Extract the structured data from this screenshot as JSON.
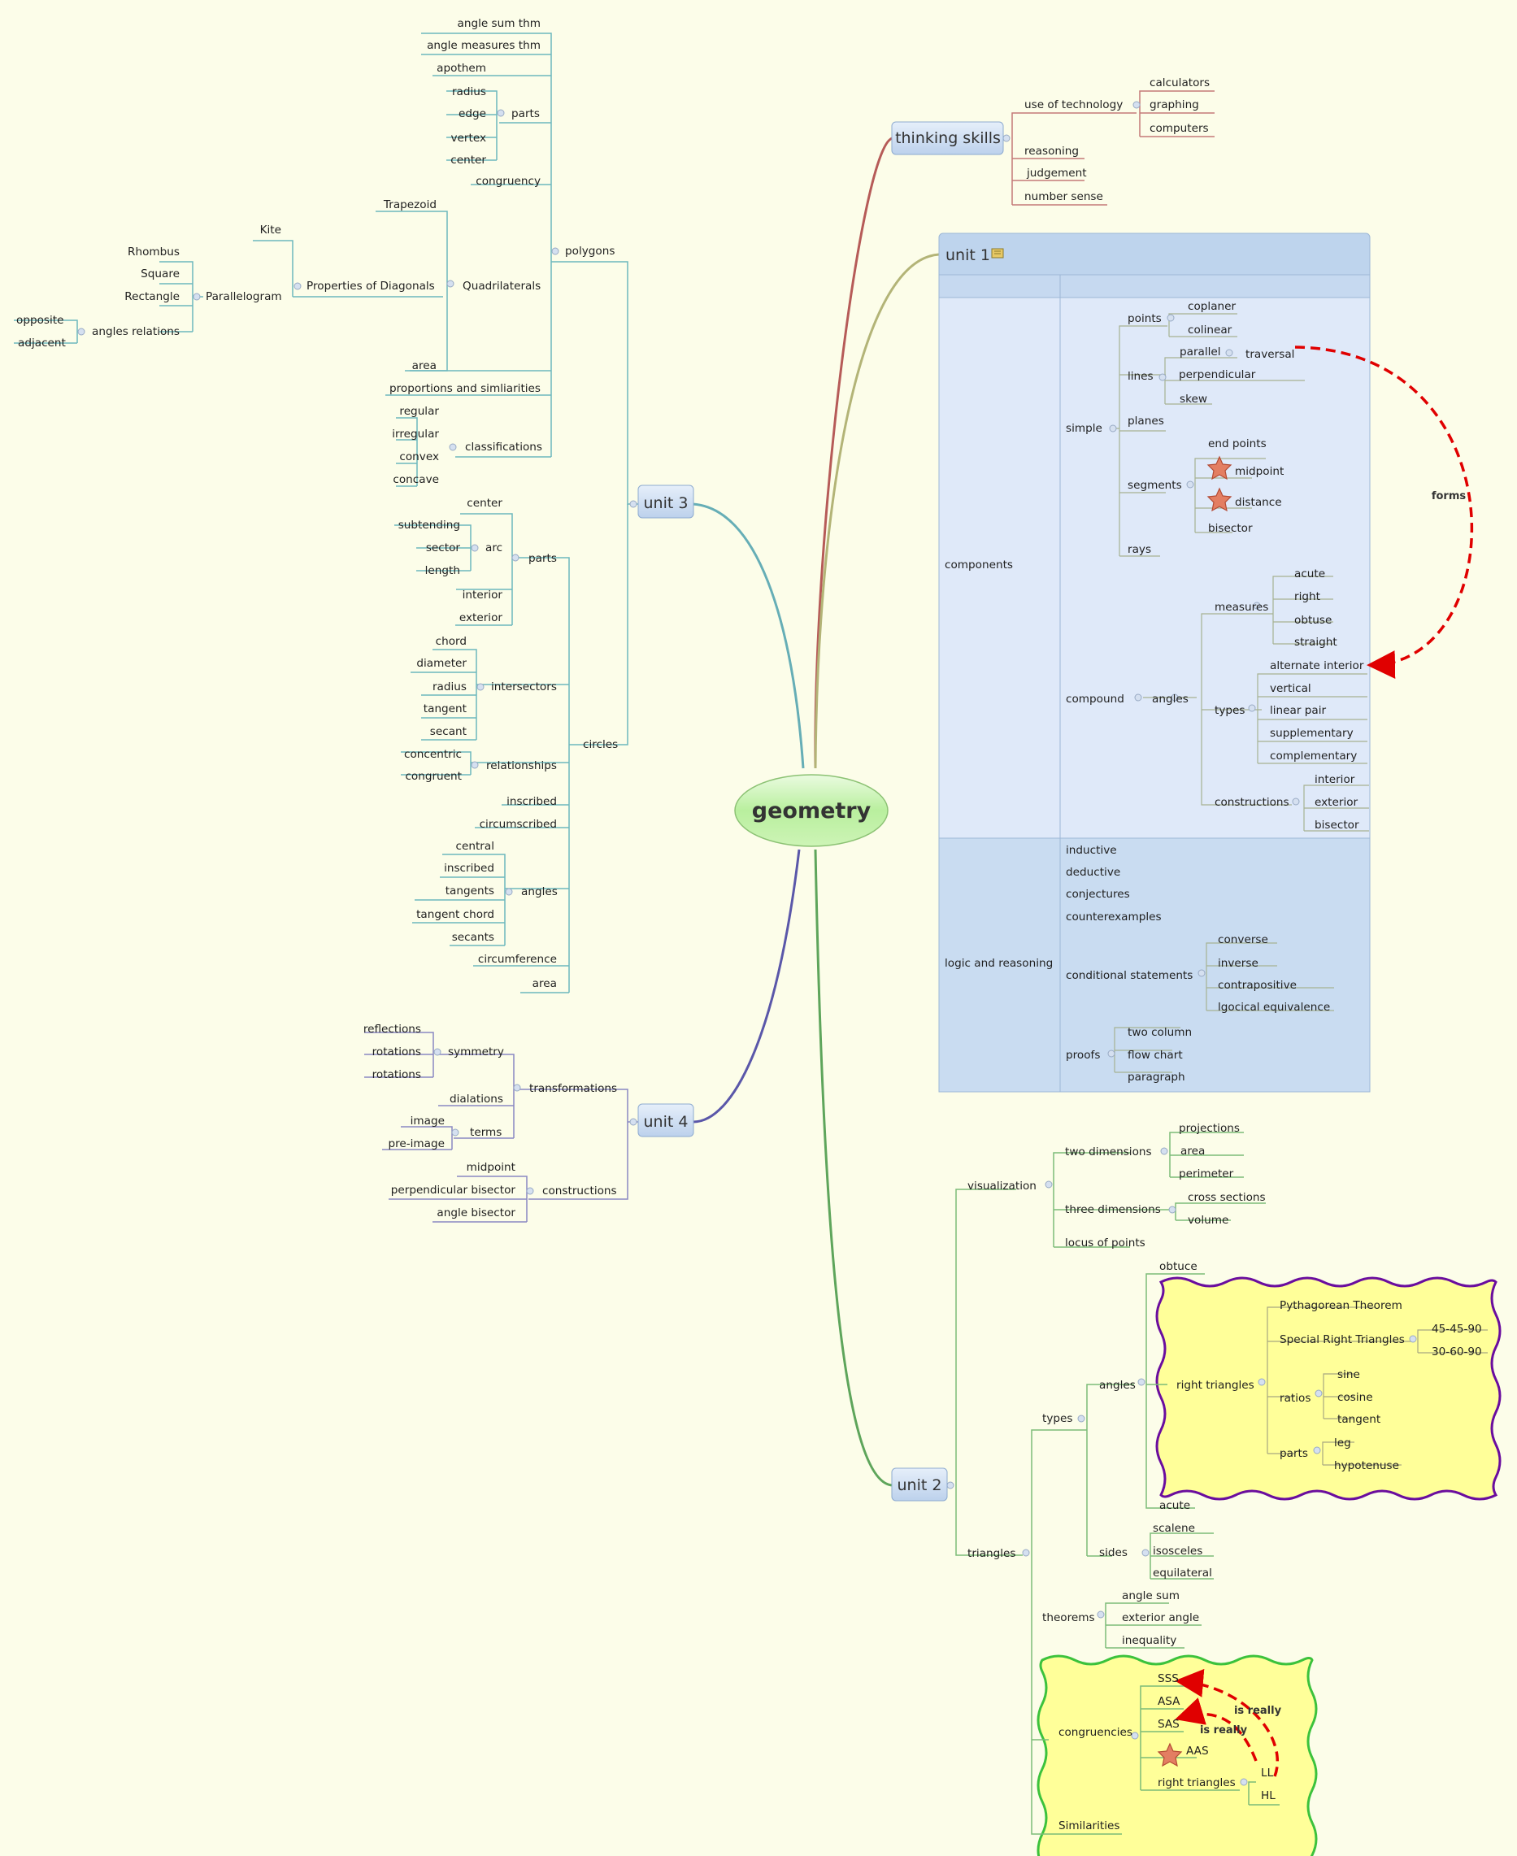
{
  "root": "geometry",
  "unit3": {
    "title": "unit 3",
    "polygons": {
      "label": "polygons",
      "items": [
        "angle sum thm",
        "angle measures thm",
        "apothem",
        "congruency",
        "area",
        "proportions and simliarities"
      ],
      "parts": {
        "label": "parts",
        "items": [
          "radius",
          "edge",
          "vertex",
          "center"
        ]
      },
      "quadrilaterals": {
        "label": "Quadrilaterals",
        "trapezoid": "Trapezoid",
        "diagonals": {
          "label": "Properties of Diagonals",
          "kite": "Kite",
          "parallelogram": {
            "label": "Parallelogram",
            "items": [
              "Rhombus",
              "Square",
              "Rectangle"
            ],
            "angles_relations": {
              "label": "angles relations",
              "items": [
                "opposite",
                "adjacent"
              ]
            }
          }
        }
      },
      "classifications": {
        "label": "classifications",
        "items": [
          "regular",
          "irregular",
          "convex",
          "concave"
        ]
      }
    },
    "circles": {
      "label": "circles",
      "parts": {
        "label": "parts",
        "items": [
          "center",
          "interior",
          "exterior"
        ],
        "arc": {
          "label": "arc",
          "items": [
            "subtending",
            "sector",
            "length"
          ]
        }
      },
      "intersectors": {
        "label": "intersectors",
        "items": [
          "chord",
          "diameter",
          "radius",
          "tangent",
          "secant"
        ]
      },
      "relationships": {
        "label": "relationships",
        "items": [
          "concentric",
          "congruent"
        ]
      },
      "items": [
        "inscribed",
        "circumscribed",
        "circumference",
        "area"
      ],
      "angles": {
        "label": "angles",
        "items": [
          "central",
          "inscribed",
          "tangents",
          "tangent chord",
          "secants"
        ]
      }
    }
  },
  "unit4": {
    "title": "unit 4",
    "transformations": {
      "label": "transformations",
      "symmetry": {
        "label": "symmetry",
        "items": [
          "reflections",
          "rotations",
          "rotations"
        ]
      },
      "dialations": "dialations",
      "terms": {
        "label": "terms",
        "items": [
          "image",
          "pre-image"
        ]
      }
    },
    "constructions": {
      "label": "constructions",
      "items": [
        "midpoint",
        "perpendicular bisector",
        "angle bisector"
      ]
    }
  },
  "thinking": {
    "title": "thinking skills",
    "technology": {
      "label": "use of technology",
      "items": [
        "calculators",
        "graphing",
        "computers"
      ]
    },
    "items": [
      "reasoning",
      "judgement",
      "number sense"
    ]
  },
  "unit1": {
    "title": "unit 1",
    "components": {
      "label": "components",
      "simple": {
        "label": "simple",
        "points": {
          "label": "points",
          "items": [
            "coplaner",
            "colinear"
          ]
        },
        "lines": {
          "label": "lines",
          "parallel": "parallel",
          "traversal": "traversal",
          "items": [
            "perpendicular",
            "skew"
          ]
        },
        "planes": "planes",
        "segments": {
          "label": "segments",
          "items": [
            "end points",
            "midpoint",
            "distance",
            "bisector"
          ]
        },
        "rays": "rays"
      },
      "compound": {
        "label": "compound",
        "angles": {
          "label": "angles",
          "measures": {
            "label": "measures",
            "items": [
              "acute",
              "right",
              "obtuse",
              "straight"
            ]
          },
          "types": {
            "label": "types",
            "items": [
              "alternate interior",
              "vertical",
              "linear pair",
              "supplementary",
              "complementary"
            ]
          },
          "constructions": {
            "label": "constructions",
            "items": [
              "interior",
              "exterior",
              "bisector"
            ]
          }
        }
      }
    },
    "logic": {
      "label": "logic and reasoning",
      "items": [
        "inductive",
        "deductive",
        "conjectures",
        "counterexamples"
      ],
      "conditional": {
        "label": "conditional statements",
        "items": [
          "converse",
          "inverse",
          "contrapositive",
          "lgocical equivalence"
        ]
      },
      "proofs": {
        "label": "proofs",
        "items": [
          "two column",
          "flow chart",
          "paragraph"
        ]
      }
    },
    "relation_label": "forms"
  },
  "unit2": {
    "title": "unit 2",
    "visualization": {
      "label": "visualization",
      "two": {
        "label": "two dimensions",
        "items": [
          "projections",
          "area",
          "perimeter"
        ]
      },
      "three": {
        "label": "three dimensions",
        "items": [
          "cross sections",
          "volume"
        ]
      },
      "locus": "locus of points"
    },
    "triangles": {
      "label": "triangles",
      "types": {
        "label": "types",
        "angles": {
          "label": "angles",
          "obtuce": "obtuce",
          "acute": "acute",
          "right": {
            "label": "right triangles",
            "pythagorean": "Pythagorean Theorem",
            "special": {
              "label": "Special Right Triangles",
              "items": [
                "45-45-90",
                "30-60-90"
              ]
            },
            "ratios": {
              "label": "ratios",
              "items": [
                "sine",
                "cosine",
                "tangent"
              ]
            },
            "parts": {
              "label": "parts",
              "items": [
                "leg",
                "hypotenuse"
              ]
            }
          }
        },
        "sides": {
          "label": "sides",
          "items": [
            "scalene",
            "isosceles",
            "equilateral"
          ]
        }
      },
      "theorems": {
        "label": "theorems",
        "items": [
          "angle sum",
          "exterior angle",
          "inequality"
        ]
      },
      "congruencies": {
        "label": "congruencies",
        "items": [
          "SSS",
          "ASA",
          "SAS",
          "AAS"
        ],
        "right": {
          "label": "right triangles",
          "items": [
            "LL",
            "HL"
          ]
        }
      },
      "similarities": "Similarities"
    },
    "relation_label_1": "is really",
    "relation_label_2": "is really"
  },
  "colors": {
    "background": "#fcfde9",
    "root_fill": "#b6ef9f",
    "topic_fill": "#cfe0f3",
    "boundary_yellow": "#ffff99",
    "relation": "#e00000",
    "unit1_box": "#dce8f8"
  }
}
